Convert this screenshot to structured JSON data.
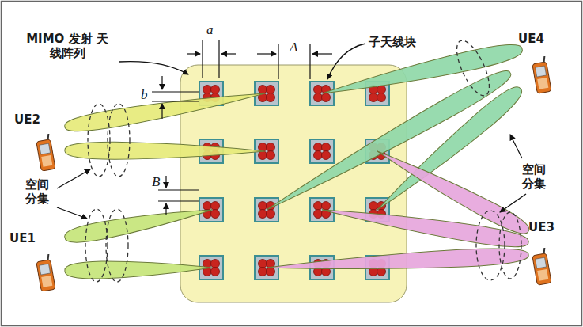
{
  "diagram": {
    "labels": [
      "MIMO 发射 天线阵列",
      "a",
      "A",
      "子天线块",
      "UE4",
      "b",
      "UE2",
      "空间 分集",
      "B",
      "空间 分集",
      "UE1",
      "UE3"
    ]
  }
}
